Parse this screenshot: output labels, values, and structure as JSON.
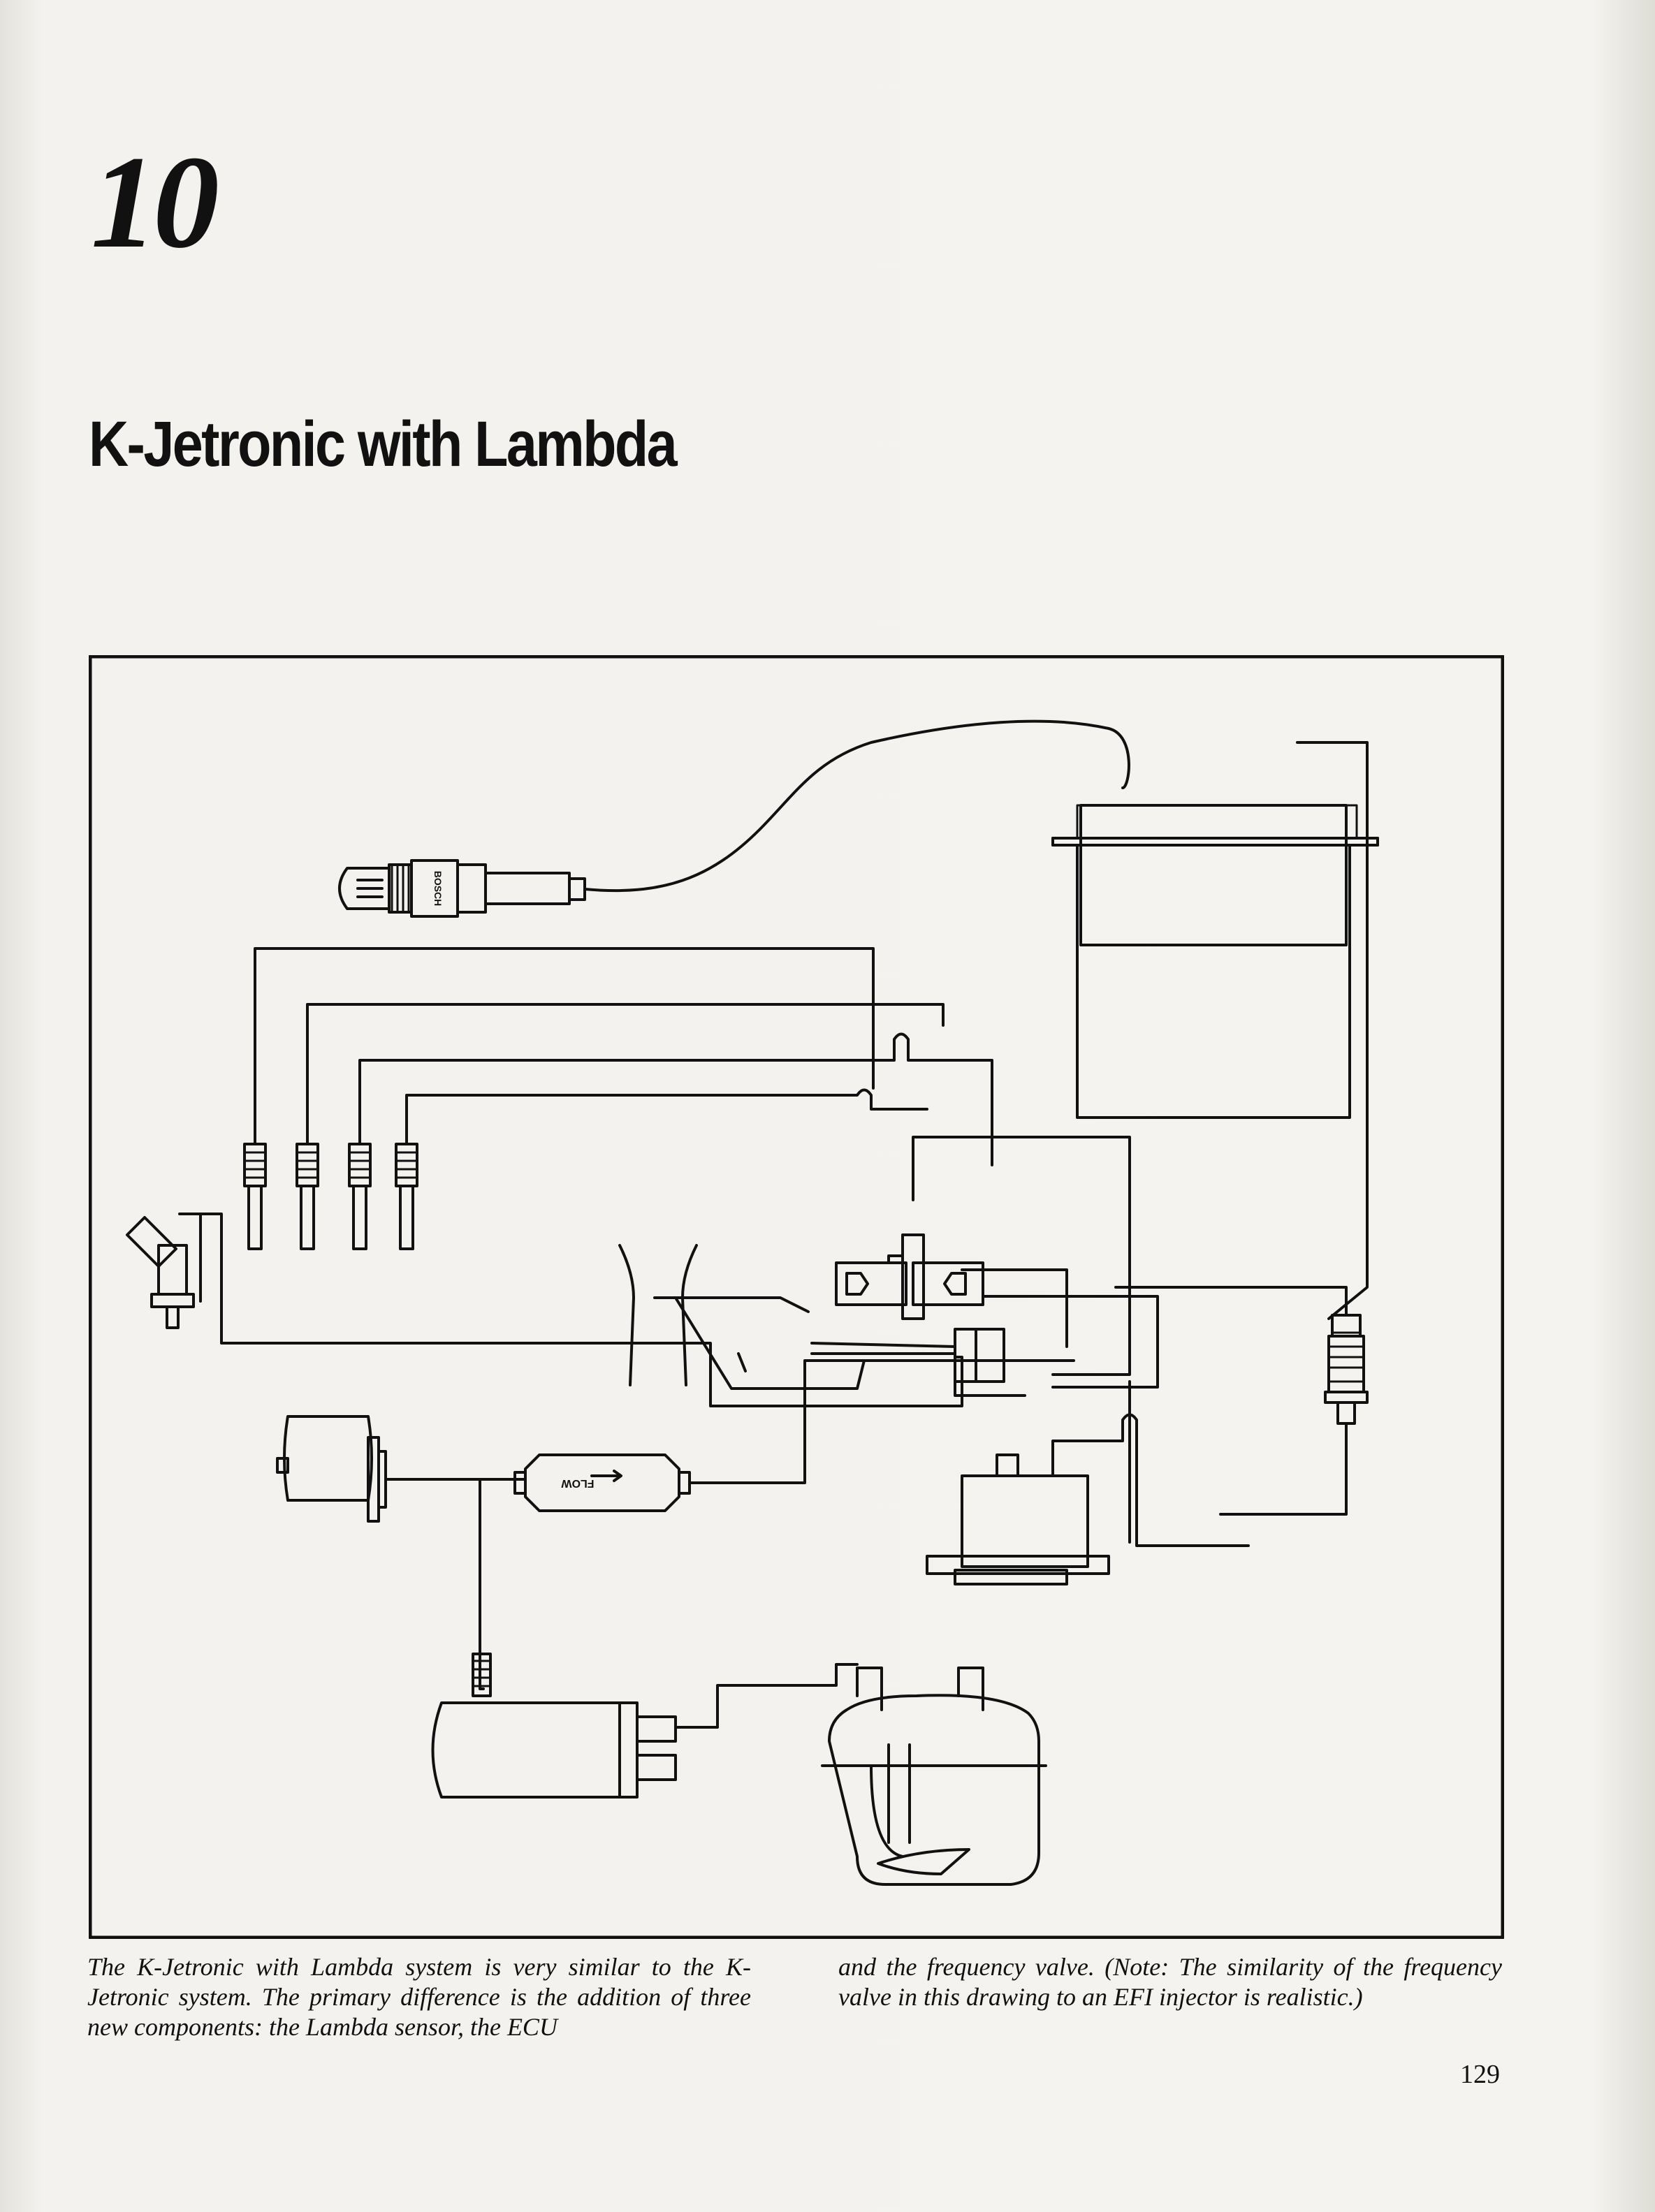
{
  "chapter_number": "10",
  "page_title": "K-Jetronic with Lambda",
  "figure": {
    "sensor_brand": "BOSCH",
    "filter_label": "FLOW"
  },
  "caption": {
    "column1": "The K-Jetronic with Lambda system is very similar to the K-Jetronic system. The primary difference is the addition of three new components: the Lambda sensor, the ECU",
    "column2": "and the frequency valve. (Note: The similarity of the frequency valve in this drawing to an EFI injector is realistic.)"
  },
  "page_number": "129"
}
